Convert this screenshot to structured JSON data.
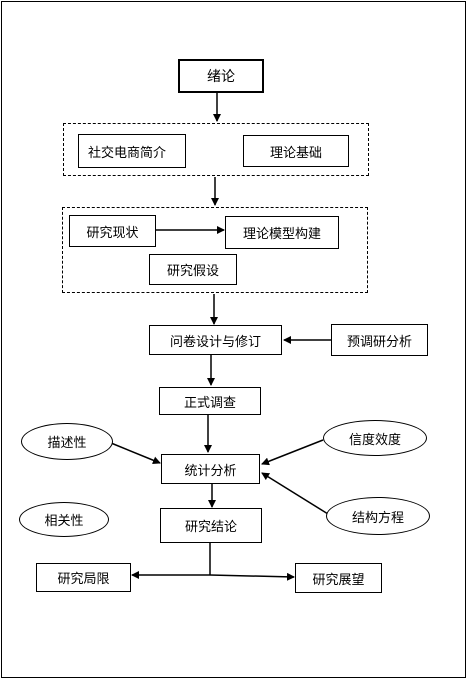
{
  "nodes": {
    "intro": "绪论",
    "social_ecom": "社交电商简介",
    "theory_basis": "理论基础",
    "research_status": "研究现状",
    "model_build": "理论模型构建",
    "hypothesis": "研究假设",
    "questionnaire": "问卷设计与修订",
    "pre_survey": "预调研分析",
    "formal_survey": "正式调查",
    "descriptive": "描述性",
    "reliability": "信度效度",
    "stat_analysis": "统计分析",
    "correlation": "相关性",
    "sem": "结构方程",
    "conclusion": "研究结论",
    "limitations": "研究局限",
    "outlook": "研究展望"
  },
  "colors": {
    "stroke": "#000000",
    "background": "#ffffff"
  }
}
